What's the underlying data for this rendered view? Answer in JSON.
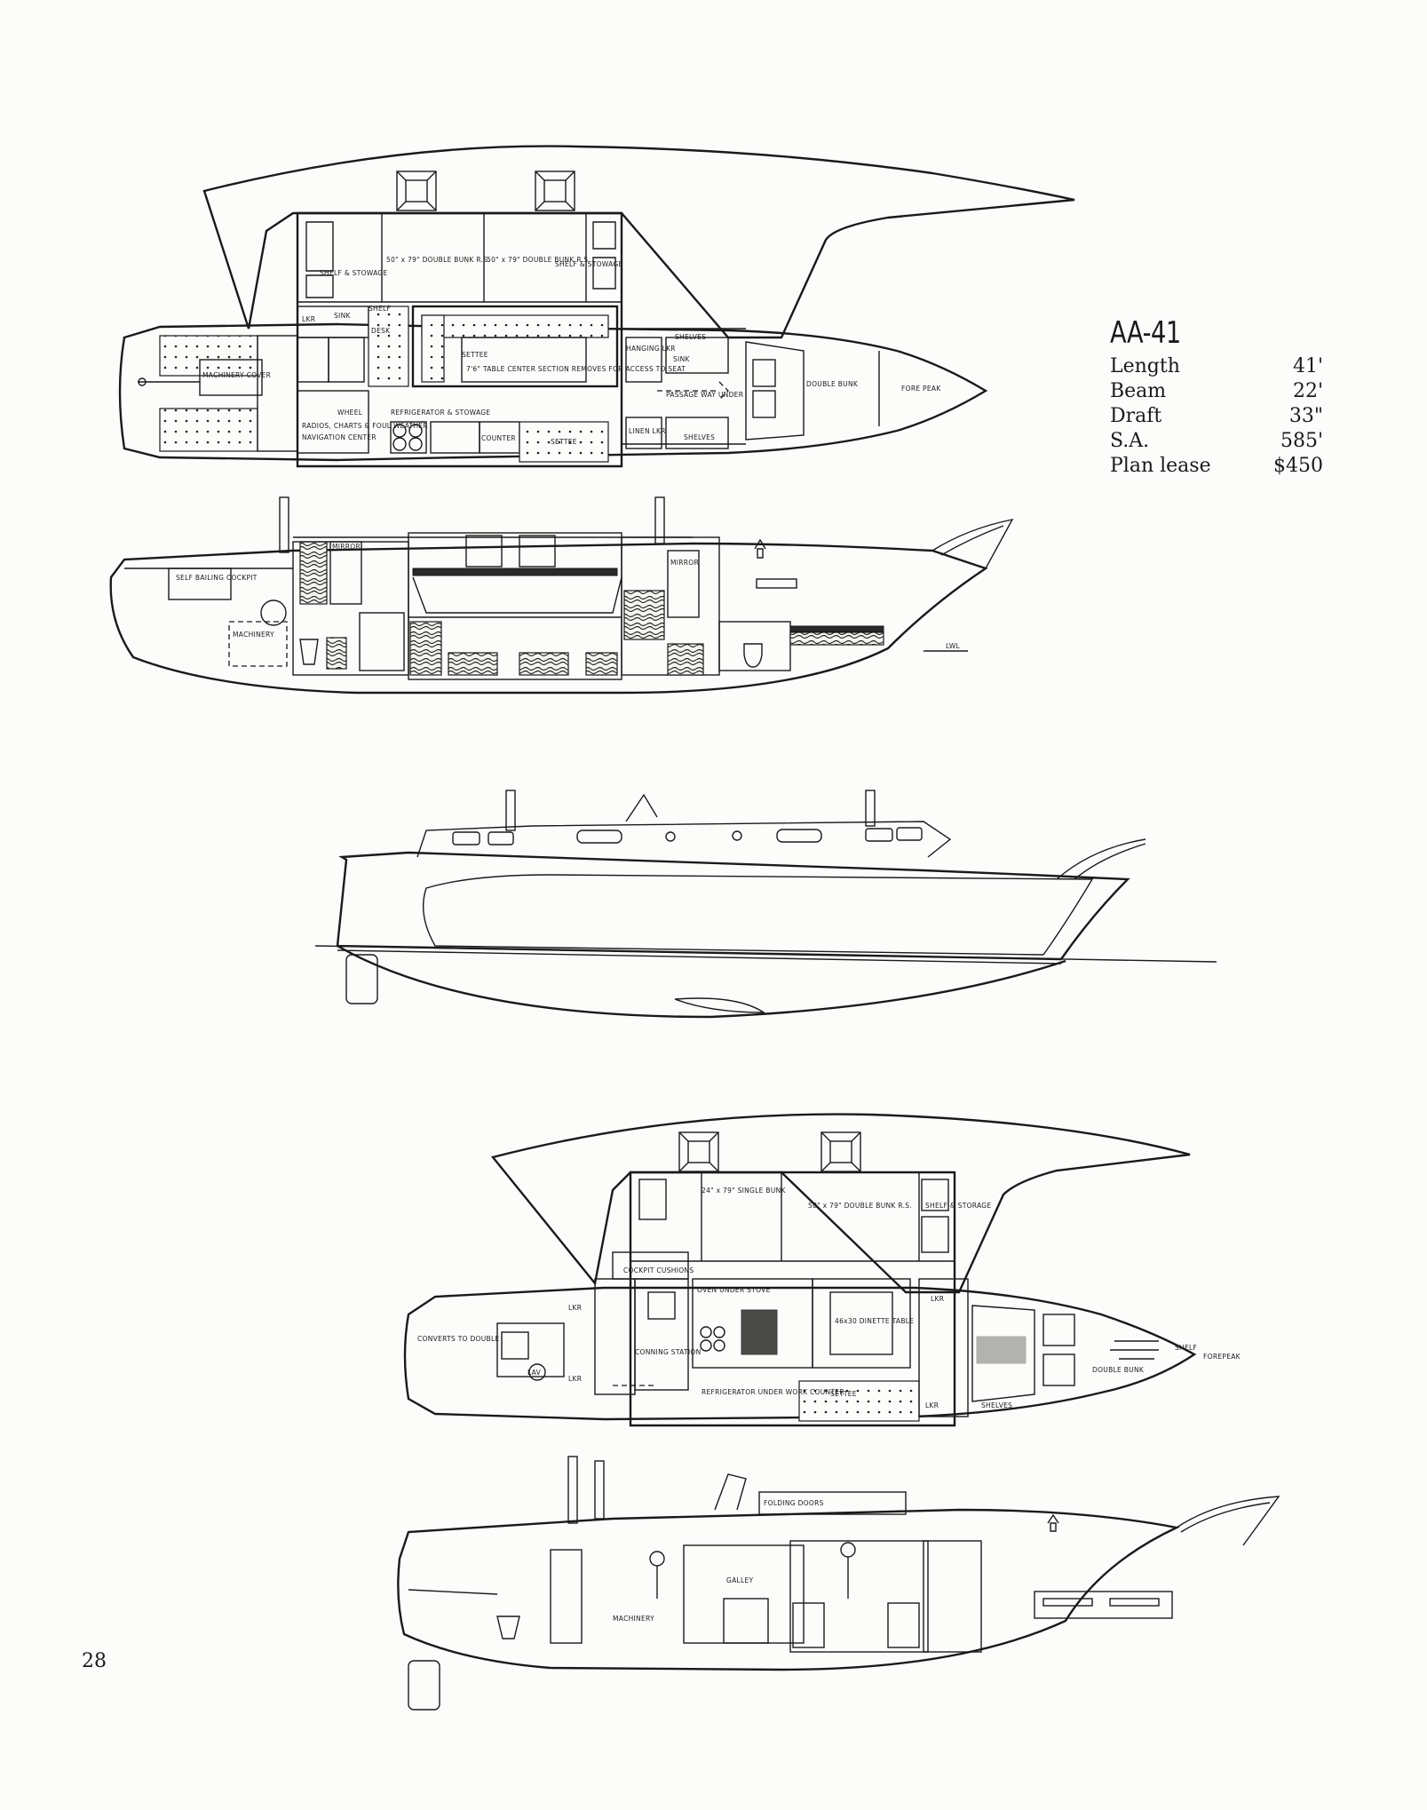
{
  "page_number": "28",
  "specs": {
    "model": "AA-41",
    "rows": [
      {
        "label": "Length",
        "value": "41'"
      },
      {
        "label": "Beam",
        "value": "22'"
      },
      {
        "label": "Draft",
        "value": "33\""
      },
      {
        "label": "S.A.",
        "value": "585'"
      },
      {
        "label": "Plan lease",
        "value": "$450"
      }
    ]
  },
  "plan1_labels": {
    "shelf_stowage_port": "SHELF & STOWAGE",
    "double_bunk_aft": "50\" x 79\" DOUBLE BUNK R.S.",
    "double_bunk_fwd": "50\" x 79\" DOUBLE BUNK R.S.",
    "shelf_stowage_stbd": "SHELF & STOWAGE",
    "lkr": "LKR",
    "sink": "SINK",
    "shelf": "SHELF",
    "desk": "DESK",
    "machinery_cover": "MACHINERY COVER",
    "settee_center": "SETTEE",
    "table_section": "7'6\" TABLE CENTER SECTION REMOVES FOR ACCESS TO SEAT",
    "hanging_lkr": "HANGING LKR",
    "shelves_top": "SHELVES",
    "sink_fwd": "SINK",
    "double_bunk_bow": "DOUBLE BUNK",
    "fore_peak": "FORE PEAK",
    "wheel": "WHEEL",
    "refrigerator": "REFRIGERATOR & STOWAGE",
    "radios": "RADIOS, CHARTS & FOUL WEATHER",
    "nav_center": "NAVIGATION CENTER",
    "counter": "COUNTER",
    "settee_lower": "SETTEE",
    "passage": "PASSAGE WAY UNDER",
    "linen_lkr": "LINEN LKR",
    "shelves_bottom": "SHELVES"
  },
  "profile1_labels": {
    "mirror_aft": "MIRROR",
    "cockpit": "SELF BAILING COCKPIT",
    "machinery": "MACHINERY",
    "mirror_fwd": "MIRROR",
    "lwl": "LWL"
  },
  "plan2_labels": {
    "single_bunk": "24\" x 79\" SINGLE BUNK",
    "double_bunk": "50\" x 79\" DOUBLE BUNK R.S.",
    "shelf_storage": "SHELF & STORAGE",
    "cockpit_cushions": "COCKPIT CUSHIONS",
    "oven": "OVEN UNDER STOVE",
    "dinette": "46x30 DINETTE TABLE",
    "lkr_top": "LKR",
    "lkr_aft1": "LKR",
    "lkr_aft2": "LKR",
    "converts": "CONVERTS TO DOUBLE",
    "conning": "CONNING STATION",
    "lav": "LAV",
    "refrigerator": "REFRIGERATOR UNDER WORK COUNTER",
    "settee": "SETTEE",
    "lkr_bottom": "LKR",
    "shelves": "SHELVES",
    "double_bunk_bow": "DOUBLE BUNK",
    "shelf": "SHELF",
    "forepeak": "FOREPEAK"
  },
  "profile2_labels": {
    "folding_doors": "FOLDING DOORS",
    "galley": "GALLEY",
    "machinery": "MACHINERY"
  }
}
